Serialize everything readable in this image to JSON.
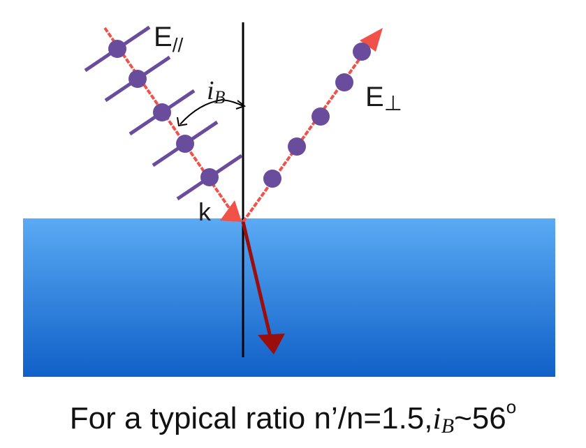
{
  "labels": {
    "e_parallel": "E",
    "e_parallel_sub": "//",
    "e_perp": "E",
    "e_perp_sub": "⊥",
    "angle_i": "i",
    "angle_sub": "B",
    "wave_vector": "k"
  },
  "caption": {
    "text": "For a typical ratio n’/n=1.5,",
    "sym": "i",
    "sym_sub": "B",
    "value": "~56",
    "degree": "o"
  },
  "colors": {
    "water_top": "#5aaaf4",
    "water_bottom": "#1060c8",
    "incident_ray": "#f0524a",
    "refracted_ray": "#9a0e0e",
    "dots": "#6a4c9c",
    "bars": "#6a4c9c",
    "normal_line": "#000000"
  }
}
